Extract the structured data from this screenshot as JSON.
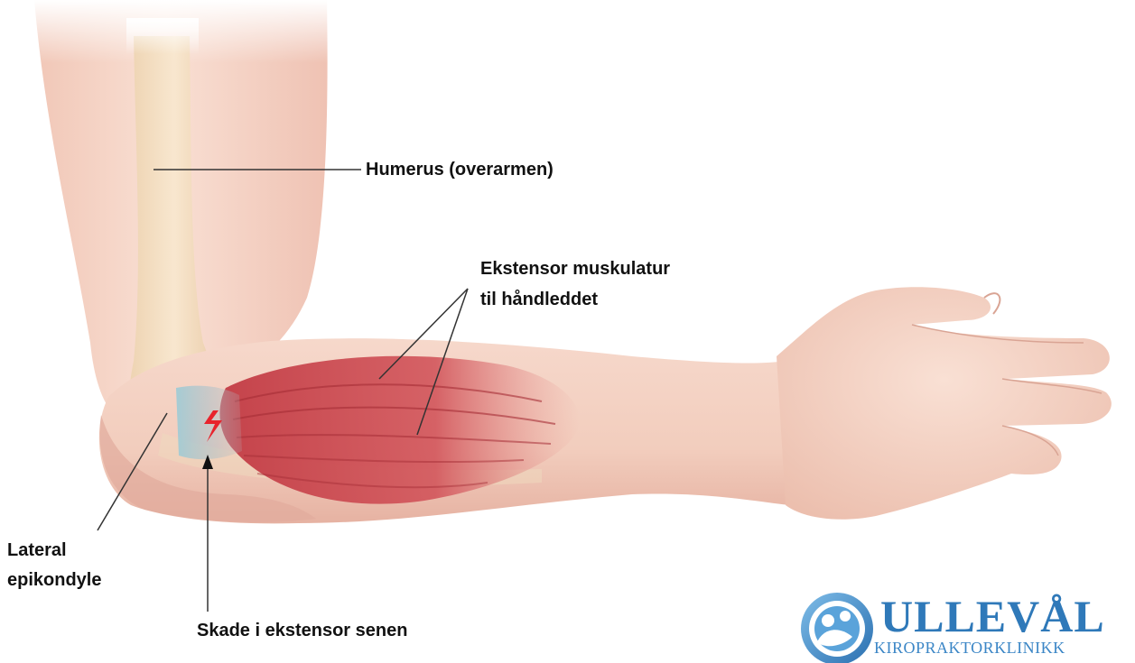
{
  "labels": {
    "humerus": "Humerus (overarmen)",
    "extensor_line1": "Ekstensor muskulatur",
    "extensor_line2": "til håndleddet",
    "lateral_line1": "Lateral",
    "lateral_line2": "epikondyle",
    "injury": "Skade i ekstensor senen"
  },
  "logo": {
    "name": "ULLEVÅL",
    "subtitle": "KIROPRAKTORKLINIKK"
  },
  "colors": {
    "skin": "#f3d3c4",
    "skin_shadow": "#e2aea0",
    "bone": "#f0dcb8",
    "muscle": "#c9444b",
    "tendon": "#8fc3cf",
    "injury_mark": "#e8232c",
    "logo_blue": "#2f79b9"
  }
}
